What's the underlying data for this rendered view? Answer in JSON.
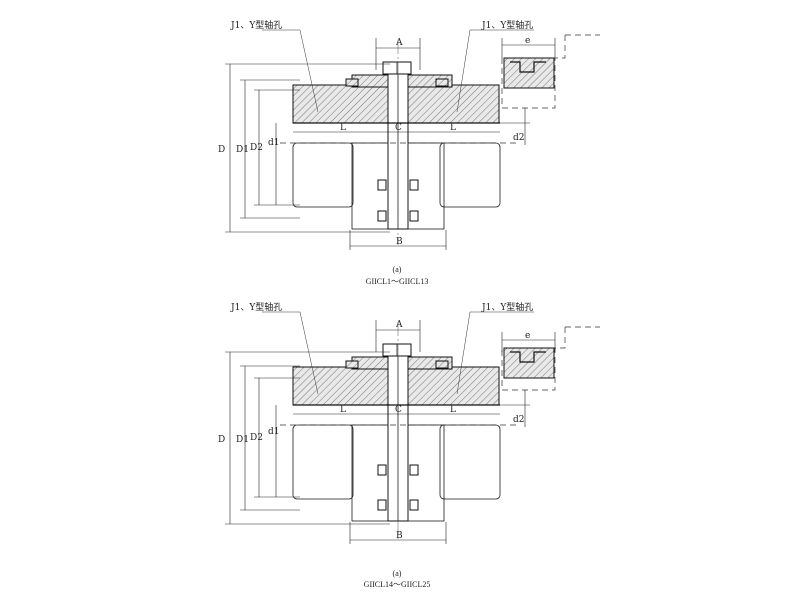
{
  "figures": [
    {
      "id": "a",
      "bore_label_left": "J1、Y型轴孔",
      "bore_label_right": "J1、Y型轴孔",
      "dim_labels": {
        "A": "A",
        "B": "B",
        "C": "C",
        "L_left": "L",
        "L_right": "L",
        "D": "D",
        "D1": "D1",
        "D2": "D2",
        "d1": "d1",
        "d2": "d2",
        "e": "e"
      },
      "caption_index": "(a)",
      "caption_range": "GIICL1～GIICL13"
    },
    {
      "id": "b",
      "bore_label_left": "J1、Y型轴孔",
      "bore_label_right": "J1、Y型轴孔",
      "dim_labels": {
        "A": "A",
        "B": "B",
        "C": "C",
        "L_left": "L",
        "L_right": "L",
        "D": "D",
        "D1": "D1",
        "D2": "D2",
        "d1": "d1",
        "d2": "d2",
        "e": "e"
      },
      "caption_index": "(a)",
      "caption_range": "GIICL14～GIICL25"
    }
  ]
}
